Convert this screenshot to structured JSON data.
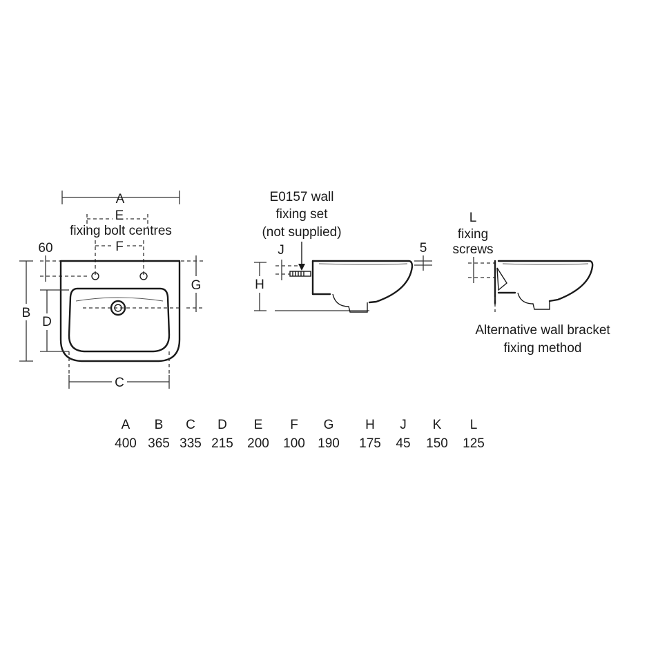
{
  "front_view": {
    "label_a": "A",
    "label_e": "E",
    "label_fixing_bolt_centres": "fixing bolt centres",
    "label_f": "F",
    "label_60": "60",
    "label_b": "B",
    "label_d": "D",
    "label_g": "G",
    "label_c": "C"
  },
  "side_view": {
    "fixing_set_line1": "E0157 wall",
    "fixing_set_line2": "fixing set",
    "fixing_set_line3": "(not supplied)",
    "label_j": "J",
    "label_h": "H",
    "label_5": "5"
  },
  "alt_view": {
    "label_l": "L",
    "label_fixing": "fixing",
    "label_screws": "screws",
    "caption_line1": "Alternative wall bracket",
    "caption_line2": "fixing method"
  },
  "dimension_table": {
    "columns": [
      {
        "key": "A",
        "value": "400"
      },
      {
        "key": "B",
        "value": "365"
      },
      {
        "key": "C",
        "value": "335"
      },
      {
        "key": "D",
        "value": "215"
      },
      {
        "key": "E",
        "value": "200"
      },
      {
        "key": "F",
        "value": "100"
      },
      {
        "key": "G",
        "value": "190"
      },
      {
        "key": "H",
        "value": "175"
      },
      {
        "key": "J",
        "value": "45"
      },
      {
        "key": "K",
        "value": "150"
      },
      {
        "key": "L",
        "value": "125"
      }
    ]
  }
}
